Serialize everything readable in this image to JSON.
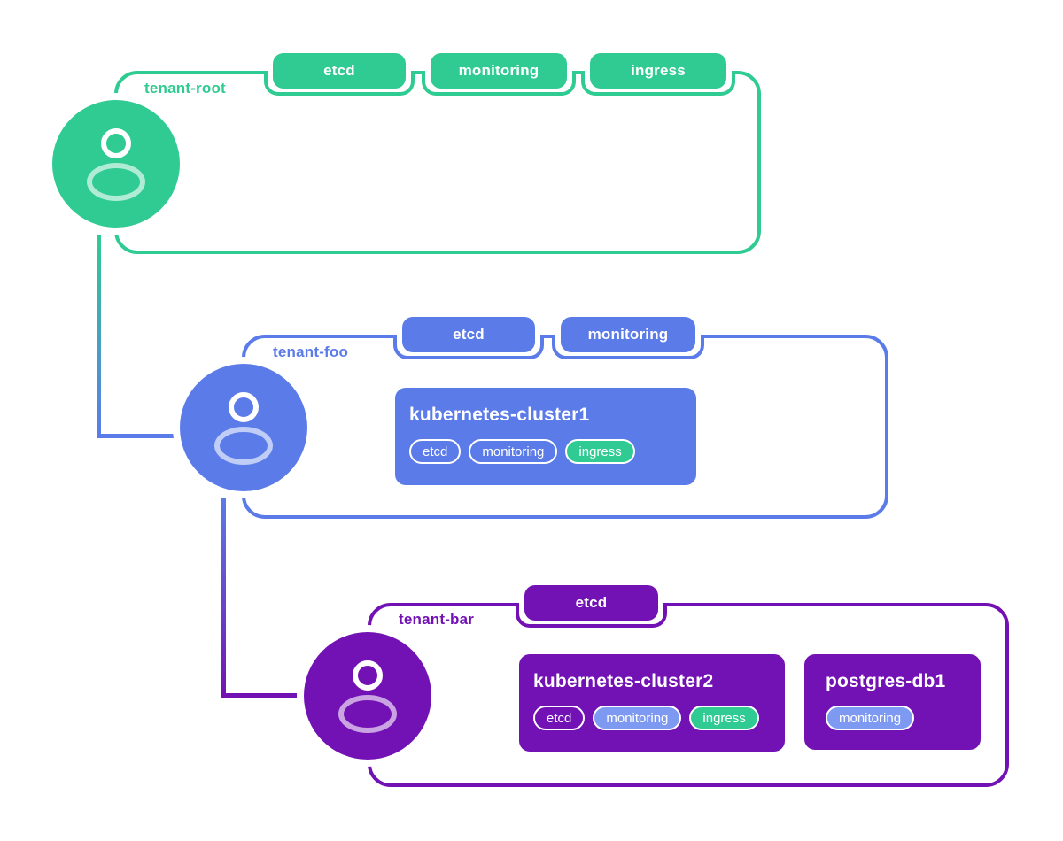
{
  "colors": {
    "tenant_root": "#2fcb92",
    "tenant_foo": "#5b7be9",
    "tenant_bar": "#7312b4",
    "pill_fill_blue": "#7d99f2",
    "pill_fill_green": "#2fcb92",
    "background": "#ffffff"
  },
  "tenants": [
    {
      "label": "tenant-root",
      "badges": [
        "etcd",
        "monitoring",
        "ingress"
      ]
    },
    {
      "label": "tenant-foo",
      "badges": [
        "etcd",
        "monitoring"
      ]
    },
    {
      "label": "tenant-bar",
      "badges": [
        "etcd"
      ]
    }
  ],
  "workloads": [
    {
      "title": "kubernetes-cluster1",
      "pills": [
        {
          "label": "etcd",
          "style": "outline"
        },
        {
          "label": "monitoring",
          "style": "outline"
        },
        {
          "label": "ingress",
          "style": "green"
        }
      ]
    },
    {
      "title": "kubernetes-cluster2",
      "pills": [
        {
          "label": "etcd",
          "style": "outline"
        },
        {
          "label": "monitoring",
          "style": "blue"
        },
        {
          "label": "ingress",
          "style": "green"
        }
      ]
    },
    {
      "title": "postgres-db1",
      "pills": [
        {
          "label": "monitoring",
          "style": "blue"
        }
      ]
    }
  ]
}
